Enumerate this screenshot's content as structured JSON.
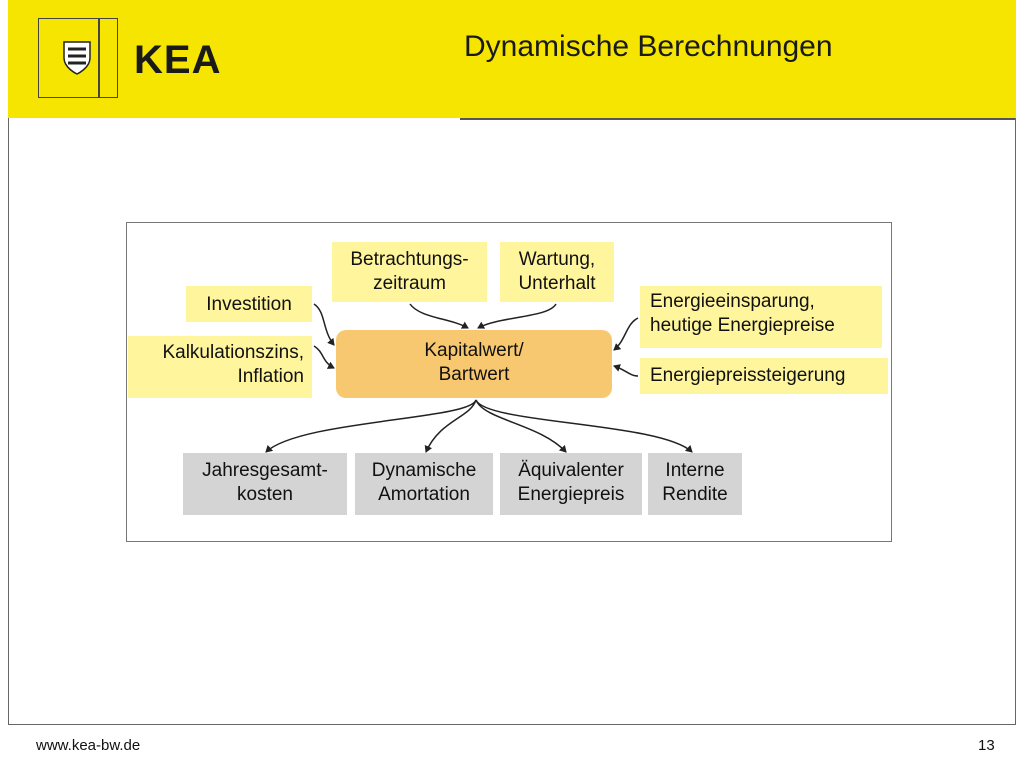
{
  "header": {
    "logo_text": "KEA",
    "title": "Dynamische Berechnungen",
    "logo_icon": "coat-of-arms-icon"
  },
  "diagram": {
    "inputs": {
      "investition": "Investition",
      "kalkulationszins_line1": "Kalkulationszins,",
      "kalkulationszins_line2": "Inflation",
      "betrachtung_line1": "Betrachtungs-",
      "betrachtung_line2": "zeitraum",
      "wartung_line1": "Wartung,",
      "wartung_line2": "Unterhalt",
      "einsparung_line1": "Energieeinsparung,",
      "einsparung_line2": "heutige Energiepreise",
      "preissteigerung": "Energiepreissteigerung"
    },
    "core": {
      "line1": "Kapitalwert/",
      "line2": "Bartwert"
    },
    "outputs": {
      "jahres_line1": "Jahresgesamt-",
      "jahres_line2": "kosten",
      "amort_line1": "Dynamische",
      "amort_line2": "Amortation",
      "aequi_line1": "Äquivalenter",
      "aequi_line2": "Energiepreis",
      "rendite_line1": "Interne",
      "rendite_line2": "Rendite"
    },
    "colors": {
      "input_box": "#fff59d",
      "core_box": "#f8c870",
      "output_box": "#d4d4d4",
      "header_band": "#f5e500"
    }
  },
  "footer": {
    "url": "www.kea-bw.de",
    "page_number": "13"
  }
}
